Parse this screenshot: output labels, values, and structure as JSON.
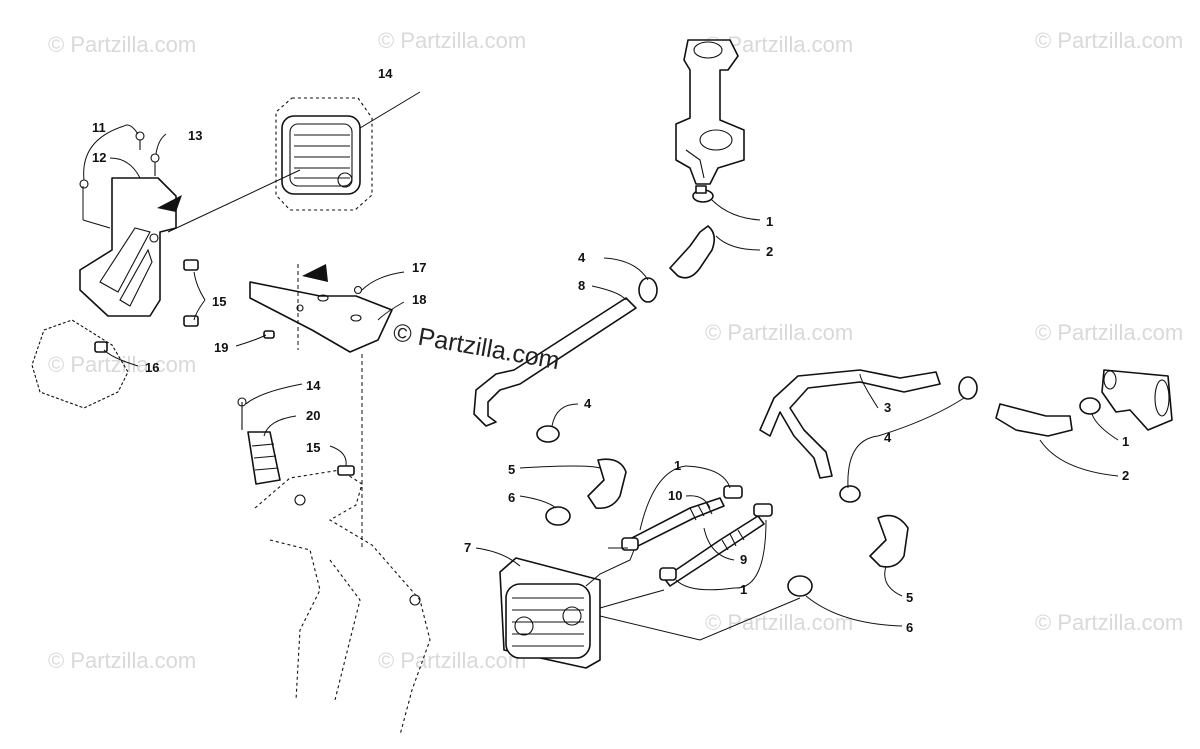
{
  "watermark": {
    "text": "© Partzilla.com",
    "color": "#d9d9d9"
  },
  "watermark_main": "© Partzilla.com",
  "callouts": {
    "c14a": "14",
    "c11": "11",
    "c13": "13",
    "c12": "12",
    "c15a": "15",
    "c16": "16",
    "c17": "17",
    "c18": "18",
    "c19": "19",
    "c14b": "14",
    "c20": "20",
    "c15b": "15",
    "c1a": "1",
    "c2a": "2",
    "c4a": "4",
    "c8": "8",
    "c4b": "4",
    "c5a": "5",
    "c6a": "6",
    "c1b": "1",
    "c10": "10",
    "c9": "9",
    "c1c": "1",
    "c7": "7",
    "c3": "3",
    "c4c": "4",
    "c1d": "1",
    "c2b": "2",
    "c5b": "5",
    "c6b": "6"
  },
  "icons": {
    "direction_arrow": "filled-triangle-arrow-icon",
    "watermark": "partzilla-watermark"
  }
}
